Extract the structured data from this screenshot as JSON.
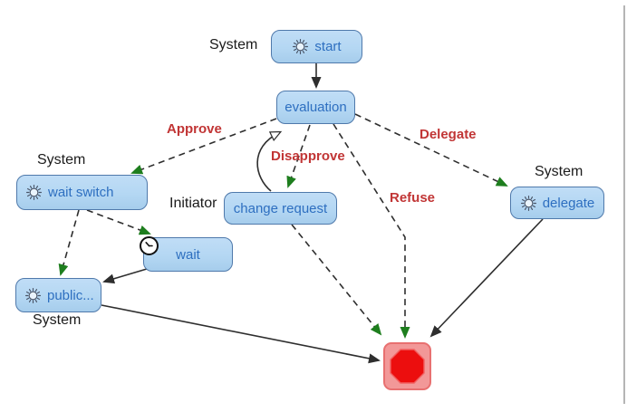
{
  "colors": {
    "node_fill": "#b4d7f3",
    "node_border": "#4f79ab",
    "node_text": "#2e6fc0",
    "lane_text": "#1b1b1b",
    "edge_label": "#c13535",
    "line": "#2e2e2e",
    "green_arrow": "#1e7e1e",
    "stop_fill": "#f29898",
    "stop_border": "#e87070",
    "stop_octagon": "#ec0e0e",
    "page_edge": "#b5b5b5"
  },
  "diagram": {
    "type": "workflow-state-diagram",
    "nodes": {
      "start": {
        "label": "start",
        "lane": "System",
        "icon": "gear-icon"
      },
      "evaluation": {
        "label": "evaluation"
      },
      "wait_switch": {
        "label": "wait switch",
        "lane": "System",
        "icon": "gear-icon"
      },
      "change_request": {
        "label": "change request",
        "lane": "Initiator"
      },
      "delegate": {
        "label": "delegate",
        "lane": "System",
        "icon": "gear-icon"
      },
      "wait": {
        "label": "wait",
        "icon": "clock-icon"
      },
      "public": {
        "label": "public...",
        "lane": "System",
        "icon": "gear-icon"
      },
      "stop": {
        "label": "",
        "icon": "stop-octagon-icon"
      }
    },
    "edges": {
      "start_to_evaluation": {
        "label": "",
        "style": "solid-black"
      },
      "approve": {
        "label": "Approve",
        "style": "dashed-green"
      },
      "disapprove": {
        "label": "Disapprove",
        "style": "dashed-green"
      },
      "delegate": {
        "label": "Delegate",
        "style": "dashed-green"
      },
      "refuse": {
        "label": "Refuse",
        "style": "dashed-green"
      },
      "change_request_to_evaluation": {
        "label": "",
        "style": "solid-open-arrow"
      },
      "change_request_to_stop": {
        "label": "",
        "style": "dashed-green"
      },
      "wait_switch_to_wait": {
        "label": "",
        "style": "dashed-green"
      },
      "wait_switch_to_public": {
        "label": "",
        "style": "dashed-green"
      },
      "wait_to_public": {
        "label": "",
        "style": "solid-black"
      },
      "public_to_stop": {
        "label": "",
        "style": "solid-black"
      },
      "delegate_to_stop": {
        "label": "",
        "style": "solid-black"
      }
    }
  }
}
